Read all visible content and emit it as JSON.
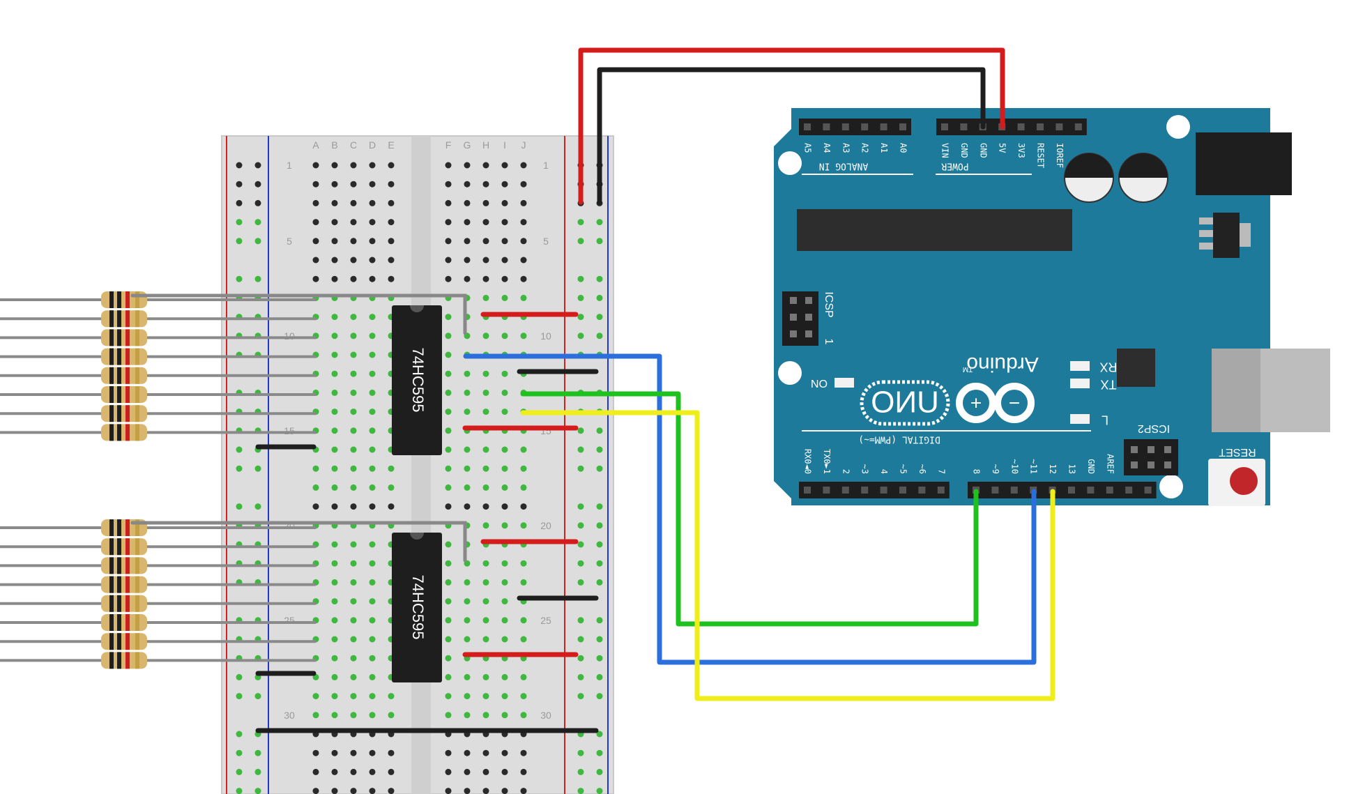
{
  "breadboard": {
    "column_letters_left": [
      "A",
      "B",
      "C",
      "D",
      "E"
    ],
    "column_letters_right": [
      "F",
      "G",
      "H",
      "I",
      "J"
    ],
    "row_numbers": [
      "1",
      "5",
      "10",
      "15",
      "20",
      "25",
      "30"
    ],
    "rail_colors": {
      "positive": "#d62020",
      "negative": "#2036c8"
    }
  },
  "chips": [
    {
      "label": "74HC595"
    },
    {
      "label": "74HC595"
    }
  ],
  "resistors": {
    "group_count": 2,
    "per_group": 8
  },
  "arduino": {
    "brand": "Arduino",
    "trademark": "TM",
    "model": "UNO",
    "header_top_left_labels": [
      "A5",
      "A4",
      "A3",
      "A2",
      "A1",
      "A0"
    ],
    "header_top_left_title": "ANALOG IN",
    "header_top_right_labels": [
      "VIN",
      "GND",
      "GND",
      "5V",
      "3V3",
      "RESET",
      "IOREF"
    ],
    "header_top_right_title": "POWER",
    "header_bottom_left_labels": [
      "RX0◄0",
      "TX0►1",
      "2",
      "~3",
      "4",
      "~5",
      "~6",
      "7"
    ],
    "header_bottom_right_labels": [
      "8",
      "~9",
      "~10",
      "~11",
      "12",
      "13",
      "GND",
      "AREF"
    ],
    "header_bottom_title": "DIGITAL (PWM=~)",
    "icsp_label": "ICSP",
    "icsp_pin1": "1",
    "icsp2_label": "ICSP2",
    "led_labels": {
      "rx": "RX",
      "tx": "TX",
      "l": "L",
      "on": "ON"
    },
    "reset_label": "RESET",
    "board_color": "#1d7a9a"
  },
  "wires": {
    "power": [
      "#d41c1c",
      "#1e1e1e"
    ],
    "signals": [
      {
        "color": "#2a6fdc",
        "arduino_pin": "~11"
      },
      {
        "color": "#1fc11f",
        "arduino_pin": "8"
      },
      {
        "color": "#f0ee1a",
        "arduino_pin": "12"
      }
    ]
  }
}
